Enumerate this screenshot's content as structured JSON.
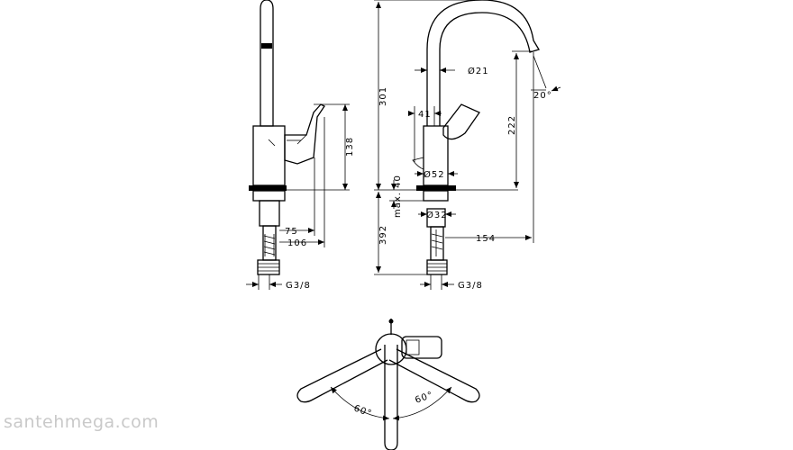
{
  "dimensions": {
    "side": {
      "height_lever": "138",
      "depth_75": "75",
      "depth_106": "106",
      "thread": "G3/8"
    },
    "front": {
      "spout_diameter": "Ø21",
      "total_height": "301",
      "lever_offset": "41",
      "spout_height": "222",
      "angle": "20°",
      "body_diameter": "Ø52",
      "max_thickness": "max. 40",
      "mount_diameter": "Ø32",
      "reach": "154",
      "overall_depth": "392",
      "thread": "G3/8"
    },
    "top": {
      "angle_left": "60°",
      "angle_right": "60°"
    }
  },
  "watermark": "santehmega.com"
}
